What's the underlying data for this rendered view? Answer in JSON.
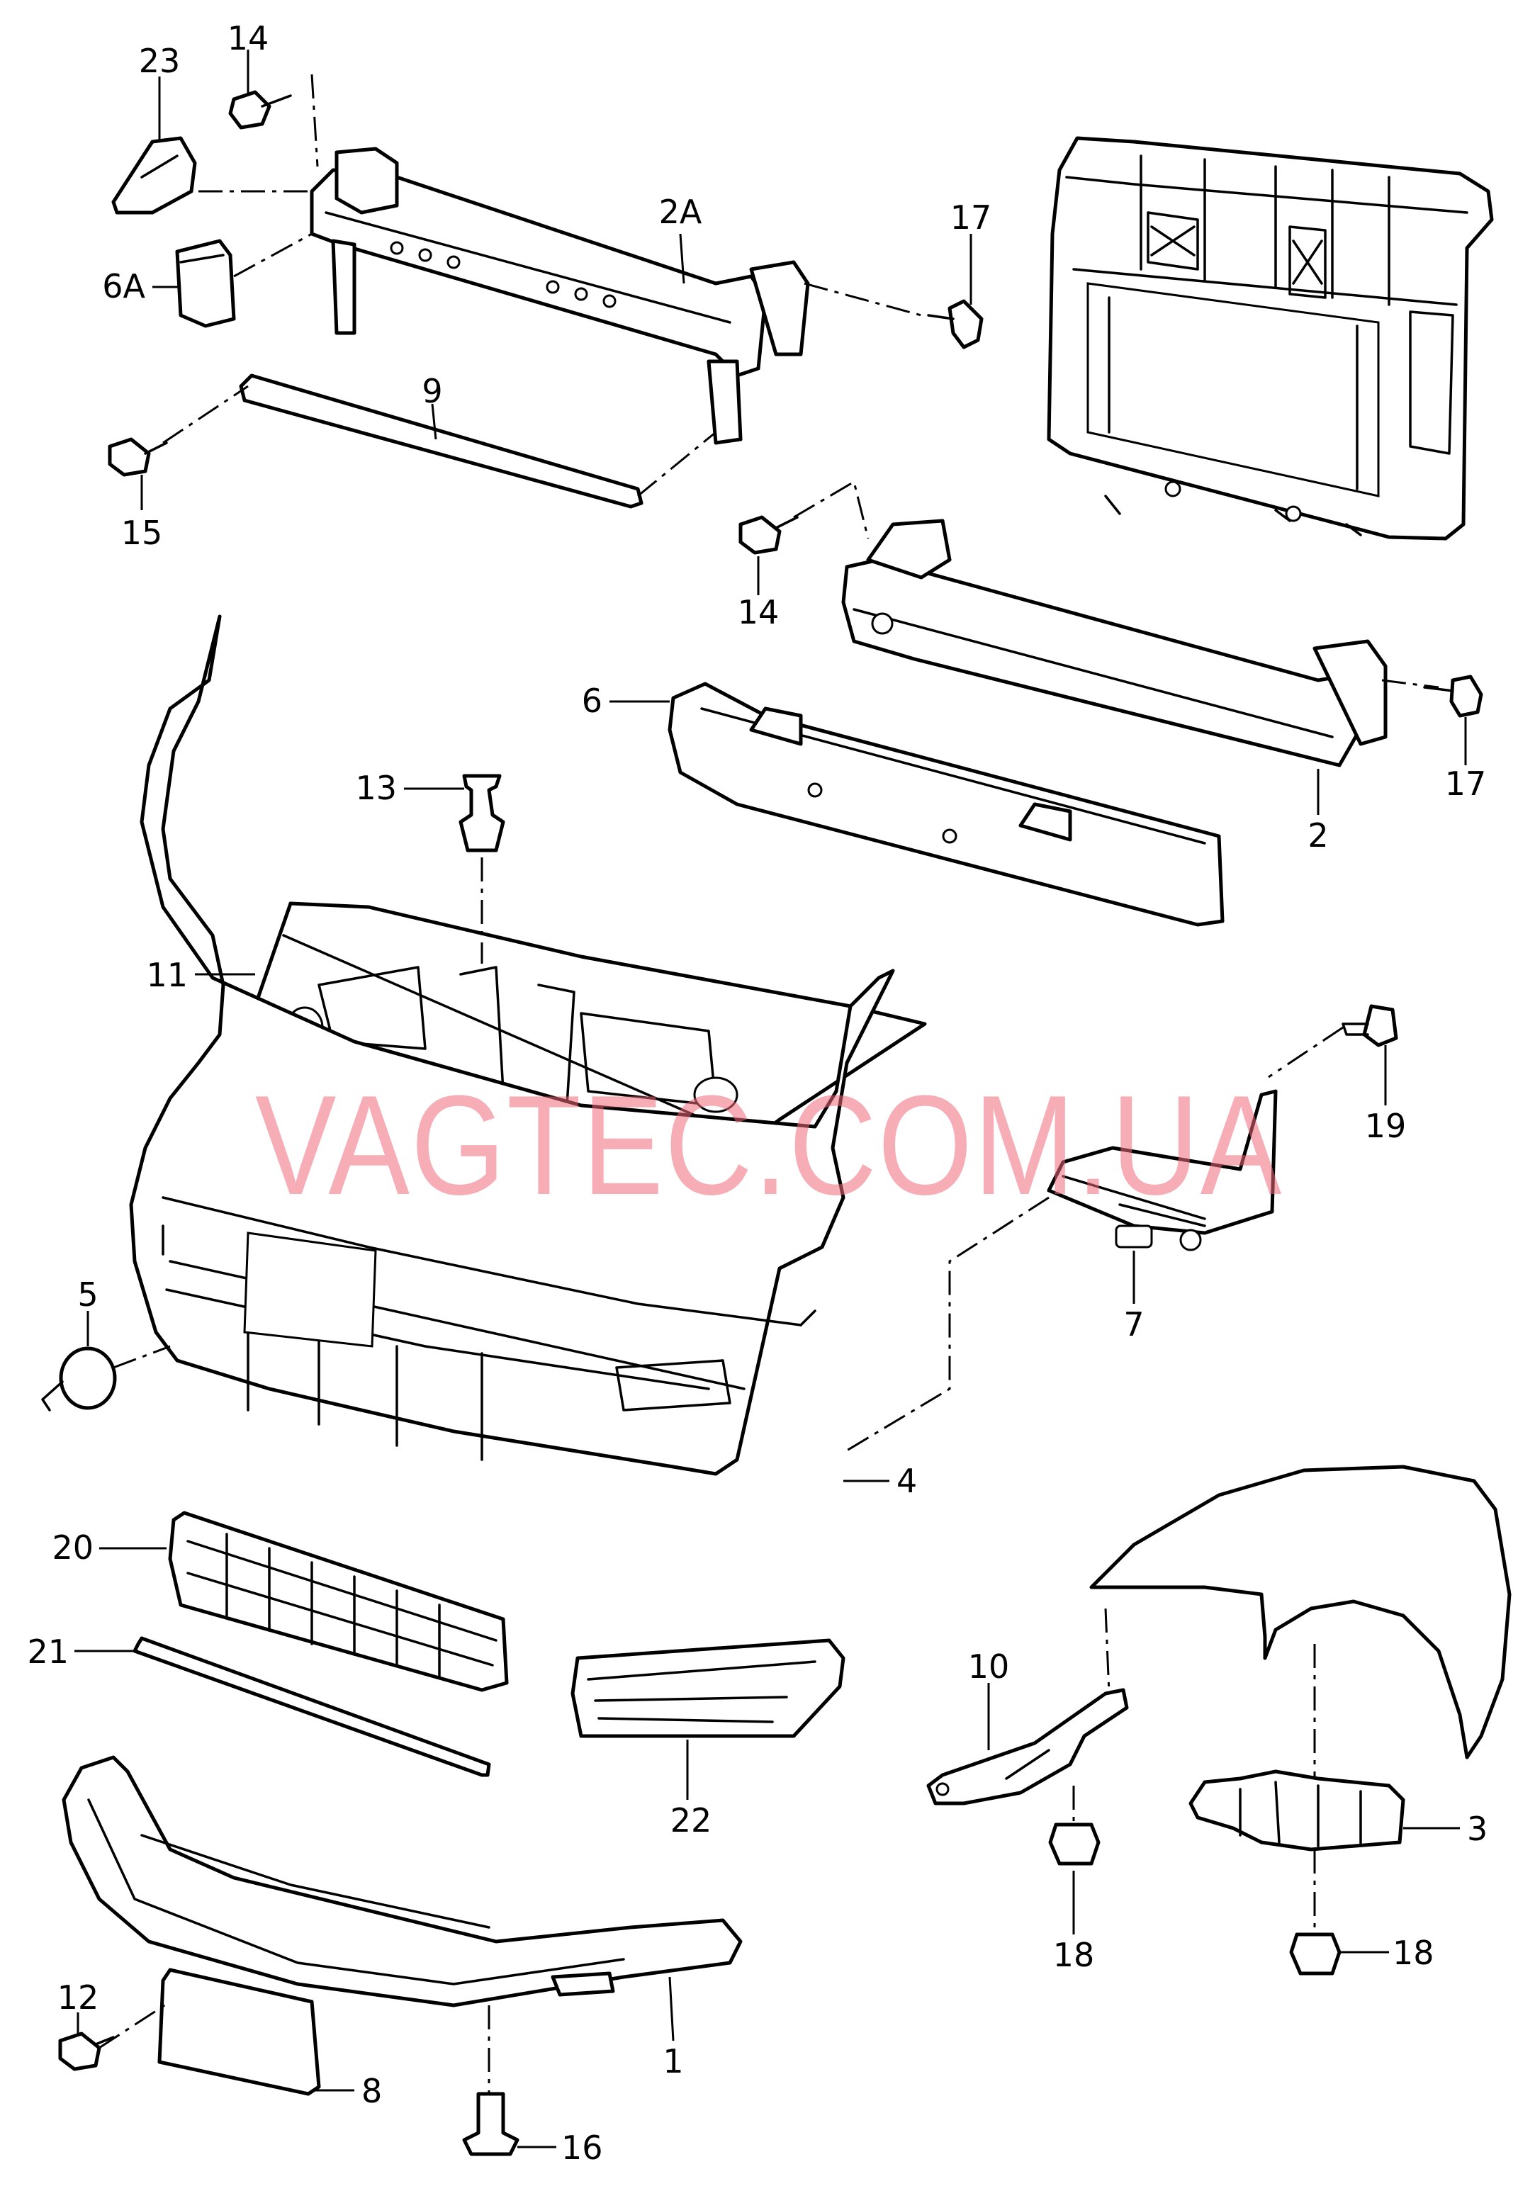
{
  "watermark": {
    "text": "VAGTEC.COM.UA",
    "color": "#f06a78"
  },
  "colors": {
    "line": "#000000",
    "background": "#ffffff"
  },
  "callouts": {
    "c1": "1",
    "c2": "2",
    "c2A": "2A",
    "c3": "3",
    "c4": "4",
    "c5": "5",
    "c6": "6",
    "c6A": "6A",
    "c7": "7",
    "c8": "8",
    "c9": "9",
    "c10": "10",
    "c11": "11",
    "c12": "12",
    "c13": "13",
    "c14a": "14",
    "c14b": "14",
    "c15": "15",
    "c16": "16",
    "c17a": "17",
    "c17b": "17",
    "c18a": "18",
    "c18b": "18",
    "c19": "19",
    "c20": "20",
    "c21": "21",
    "c22": "22",
    "c23": "23"
  }
}
